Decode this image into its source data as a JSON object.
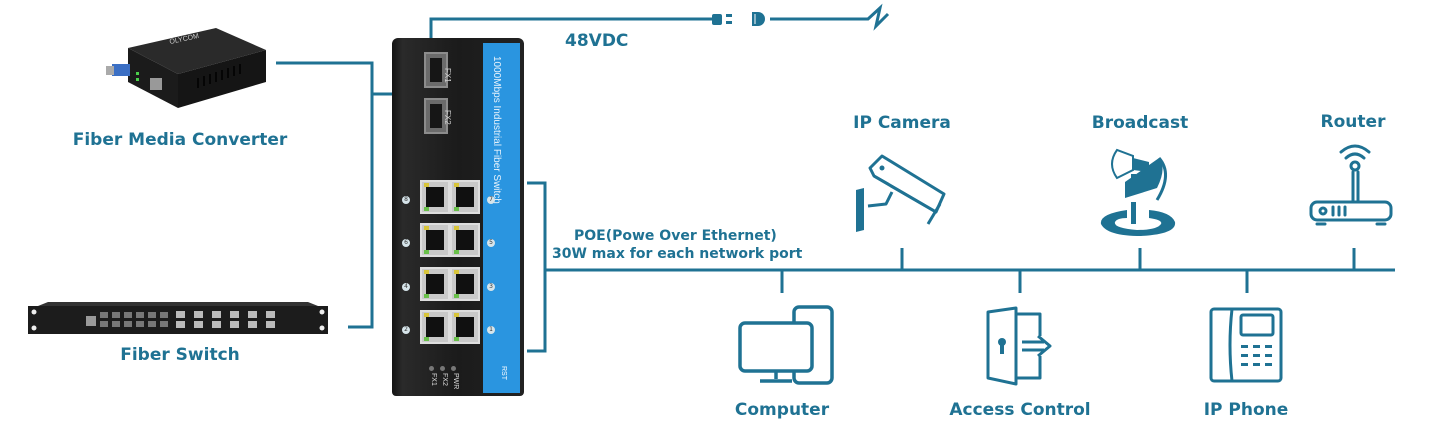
{
  "diagram": {
    "type": "network-topology",
    "accent_color": "#1f7293",
    "switch": {
      "name": "1000Mbps Industrial Fiber Switch",
      "sfp_ports": [
        "FX1",
        "FX2"
      ],
      "rj45_port_numbers": [
        "8",
        "7",
        "6",
        "5",
        "4",
        "3",
        "2",
        "1"
      ],
      "status_leds": [
        "FX1",
        "FX2",
        "PWR"
      ],
      "reset_label": "RST"
    },
    "power": {
      "label": "48VDC",
      "plug_icon": "power-plug-icon",
      "source_icon": "lightning-icon"
    },
    "poe": {
      "line1": "POE(Powe Over Ethernet)",
      "line2": "30W max for each network port"
    },
    "uplinks": [
      {
        "label": "Fiber Media Converter",
        "icon": "media-converter-image",
        "brand_text": "OLYCOM"
      },
      {
        "label": "Fiber Switch",
        "icon": "rack-switch-image"
      }
    ],
    "poe_devices_top": [
      {
        "label": "IP Camera",
        "icon": "camera-icon"
      },
      {
        "label": "Broadcast",
        "icon": "megaphone-icon"
      },
      {
        "label": "Router",
        "icon": "router-icon"
      }
    ],
    "poe_devices_bottom": [
      {
        "label": "Computer",
        "icon": "computer-icon"
      },
      {
        "label": "Access Control",
        "icon": "access-control-icon"
      },
      {
        "label": "IP Phone",
        "icon": "ip-phone-icon"
      }
    ]
  }
}
